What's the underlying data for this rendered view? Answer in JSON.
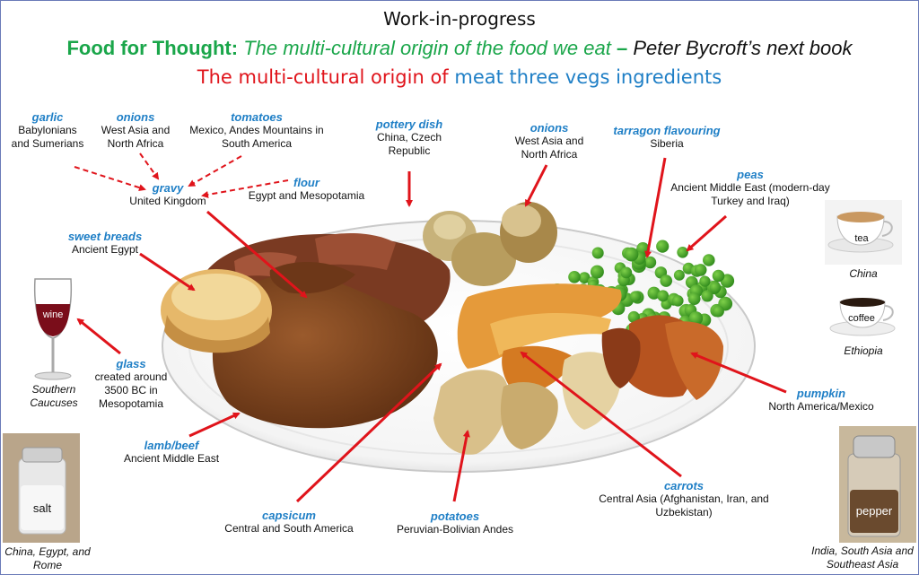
{
  "header": {
    "line1": "Work-in-progress",
    "line2_bold": "Food for Thought:",
    "line2_italic": "The multi-cultural origin of the food we eat",
    "line2_dash": "–",
    "line2_book": "Peter Bycroft’s next book",
    "line3_red": "The multi-cultural origin of",
    "line3_blue": "meat three vegs ingredients"
  },
  "labels": {
    "garlic": {
      "name": "garlic",
      "origin": "Babylonians and Sumerians"
    },
    "onions1": {
      "name": "onions",
      "origin": "West Asia and North Africa"
    },
    "tomatoes": {
      "name": "tomatoes",
      "origin": "Mexico, Andes Mountains in South America"
    },
    "gravy": {
      "name": "gravy",
      "origin": "United Kingdom"
    },
    "flour": {
      "name": "flour",
      "origin": "Egypt and Mesopotamia"
    },
    "pottery": {
      "name": "pottery dish",
      "origin": "China, Czech Republic"
    },
    "onions2": {
      "name": "onions",
      "origin": "West Asia and North Africa"
    },
    "tarragon": {
      "name": "tarragon flavouring",
      "origin": "Siberia"
    },
    "peas": {
      "name": "peas",
      "origin": "Ancient Middle East (modern-day Turkey and Iraq)"
    },
    "sweetbreads": {
      "name": "sweet breads",
      "origin": "Ancient Egypt"
    },
    "glass": {
      "name": "glass",
      "origin": "created around 3500 BC in Mesopotamia"
    },
    "lamb": {
      "name": "lamb/beef",
      "origin": "Ancient Middle East"
    },
    "pumpkin": {
      "name": "pumpkin",
      "origin": "North America/Mexico"
    },
    "carrots": {
      "name": "carrots",
      "origin": "Central Asia (Afghanistan, Iran, and Uzbekistan)"
    },
    "capsicum": {
      "name": "capsicum",
      "origin": "Central and South America"
    },
    "potatoes": {
      "name": "potatoes",
      "origin": "Peruvian-Bolivian Andes"
    }
  },
  "side_items": {
    "wine": {
      "label": "wine",
      "origin": "Southern Caucuses"
    },
    "tea": {
      "label": "tea",
      "origin": "China"
    },
    "coffee": {
      "label": "coffee",
      "origin": "Ethiopia"
    },
    "salt": {
      "label": "salt",
      "origin": "China, Egypt, and Rome"
    },
    "pepper": {
      "label": "pepper",
      "origin": "India, South Asia and Southeast Asia"
    }
  },
  "colors": {
    "name_blue": "#1f7fc6",
    "arrow_red": "#e0141b",
    "title_green": "#1aa64a"
  }
}
